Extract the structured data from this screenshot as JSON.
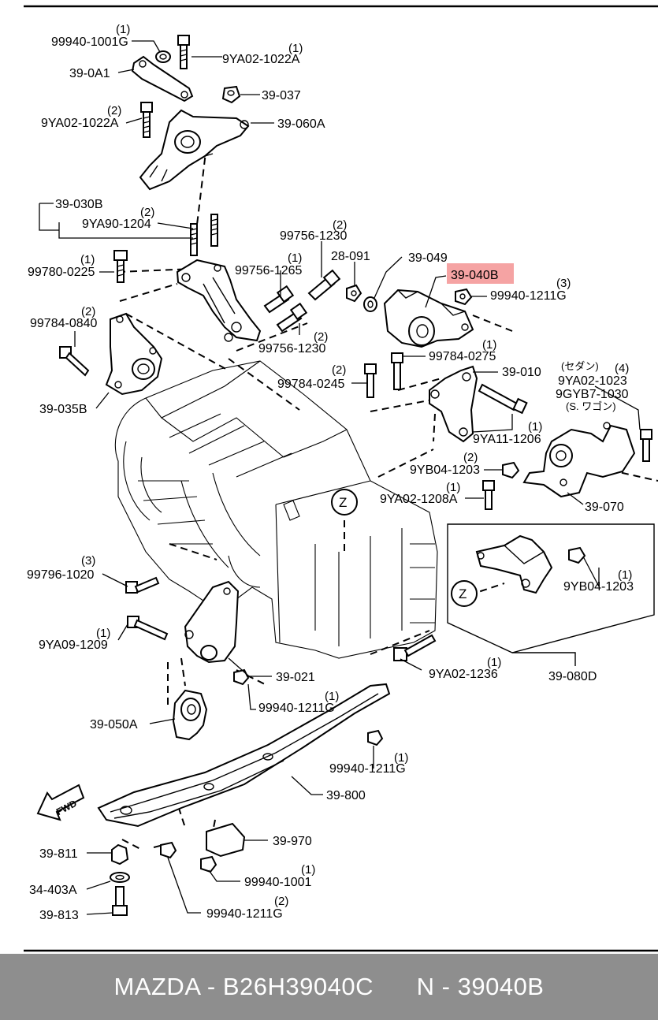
{
  "diagram": {
    "highlight_color": "#f5a3a3",
    "labels": {
      "l_99940_1001G": "99940-1001G",
      "q_99940_1001G": "(1)",
      "l_9YA02_1022A_a": "9YA02-1022A",
      "q_9YA02_1022A_a": "(1)",
      "l_39_0A1": "39-0A1",
      "l_39_037": "39-037",
      "l_9YA02_1022A_b": "9YA02-1022A",
      "q_9YA02_1022A_b": "(2)",
      "l_39_060A": "39-060A",
      "l_39_030B": "39-030B",
      "l_9YA90_1204": "9YA90-1204",
      "q_9YA90_1204": "(2)",
      "l_99756_1230_a": "99756-1230",
      "q_99756_1230_a": "(2)",
      "l_28_091": "28-091",
      "l_39_049": "39-049",
      "l_39_040B": "39-040B",
      "l_99780_0225": "99780-0225",
      "q_99780_0225": "(1)",
      "l_99756_1265": "99756-1265",
      "q_99756_1265": "(1)",
      "l_99940_1211G_a": "99940-1211G",
      "q_99940_1211G_a": "(3)",
      "l_99784_0840": "99784-0840",
      "q_99784_0840": "(2)",
      "l_99756_1230_b": "99756-1230",
      "q_99756_1230_b": "(2)",
      "l_99784_0275": "99784-0275",
      "q_99784_0275": "(1)",
      "l_39_010": "39-010",
      "l_99784_0245": "99784-0245",
      "q_99784_0245": "(2)",
      "l_sedan": "(セダン)",
      "q_9YA02_1023": "(4)",
      "l_9YA02_1023": "9YA02-1023",
      "l_9GYB7_1030": "9GYB7-1030",
      "l_wagon": "(S. ワゴン)",
      "l_39_035B": "39-035B",
      "l_9YA11_1206": "9YA11-1206",
      "q_9YA11_1206": "(1)",
      "l_9YB04_1203_a": "9YB04-1203",
      "q_9YB04_1203_a": "(2)",
      "l_9YA02_1208A": "9YA02-1208A",
      "q_9YA02_1208A": "(1)",
      "l_39_070": "39-070",
      "l_Z_a": "Z",
      "l_Z_b": "Z",
      "l_99796_1020": "99796-1020",
      "q_99796_1020": "(3)",
      "l_9YB04_1203_b": "9YB04-1203",
      "q_9YB04_1203_b": "(1)",
      "l_9YA09_1209": "9YA09-1209",
      "q_9YA09_1209": "(1)",
      "l_39_021": "39-021",
      "l_9YA02_1236": "9YA02-1236",
      "q_9YA02_1236": "(1)",
      "l_39_080D": "39-080D",
      "l_99940_1211G_b": "99940-1211G",
      "q_99940_1211G_b": "(1)",
      "l_39_050A": "39-050A",
      "l_99940_1211G_c": "99940-1211G",
      "q_99940_1211G_c": "(1)",
      "l_FWD": "FWD",
      "l_39_800": "39-800",
      "l_39_970": "39-970",
      "l_39_811": "39-811",
      "l_99940_1001": "99940-1001",
      "q_99940_1001": "(1)",
      "l_34_403A": "34-403A",
      "l_39_813": "39-813",
      "l_99940_1211G_d": "99940-1211G",
      "q_99940_1211G_d": "(2)"
    }
  },
  "footer": {
    "brand": "MAZDA - B26H39040C",
    "number": "N - 39040B"
  }
}
